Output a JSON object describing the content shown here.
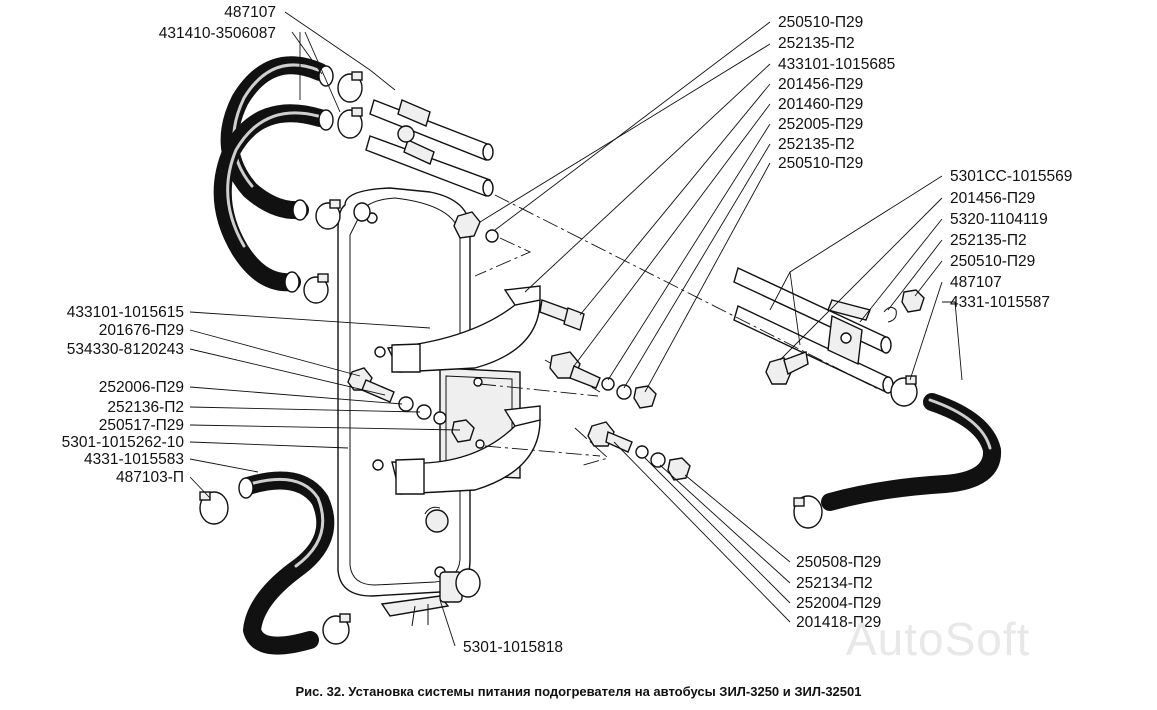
{
  "caption": "Рис. 32. Установка системы питания подогревателя на автобусы ЗИЛ-3250 и ЗИЛ-32501",
  "watermark": "AutoSoft",
  "labels_top_left": [
    "487107",
    "431410-3506087"
  ],
  "labels_top_center": [
    "250510-П29",
    "252135-П2",
    "433101-1015685",
    "201456-П29",
    "201460-П29",
    "252005-П29",
    "252135-П2",
    "250510-П29"
  ],
  "labels_right": [
    "5301СС-1015569",
    "201456-П29",
    "5320-1104119",
    "252135-П2",
    "250510-П29",
    "487107",
    "4331-1015587"
  ],
  "labels_left": [
    "433101-1015615",
    "201676-П29",
    "534330-8120243",
    "252006-П29",
    "252136-П2",
    "250517-П29",
    "5301-1015262-10",
    "4331-1015583",
    "487103-П"
  ],
  "labels_bottom_right": [
    "250508-П29",
    "252134-П2",
    "252004-П29",
    "201418-П29"
  ],
  "label_bottom": "5301-1015818"
}
